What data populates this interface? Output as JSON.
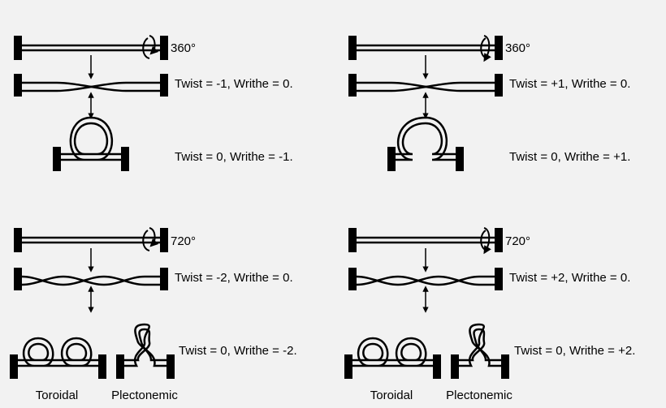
{
  "panels": [
    {
      "angle": "360°",
      "twisted": "Twist = -1, Writhe = 0.",
      "writhed": "Twist = 0, Writhe = -1."
    },
    {
      "angle": "360°",
      "twisted": "Twist = +1, Writhe = 0.",
      "writhed": "Twist = 0, Writhe = +1."
    },
    {
      "angle": "720°",
      "twisted": "Twist = -2, Writhe = 0.",
      "writhed": "Twist = 0, Writhe = -2.",
      "toroidal": "Toroidal",
      "plectonemic": "Plectonemic"
    },
    {
      "angle": "720°",
      "twisted": "Twist = +2, Writhe = 0.",
      "writhed": "Twist = 0, Writhe = +2.",
      "toroidal": "Toroidal",
      "plectonemic": "Plectonemic"
    }
  ],
  "colors": {
    "ink": "#000000",
    "background": "#f2f2f2"
  }
}
